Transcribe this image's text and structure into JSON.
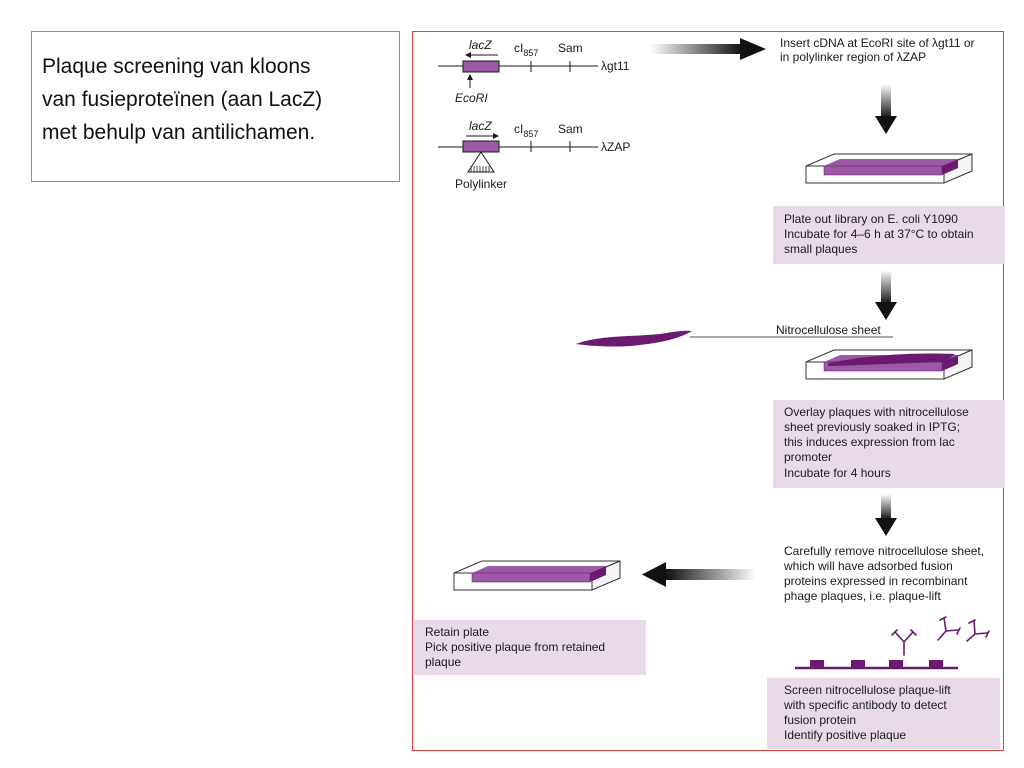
{
  "caption": {
    "lines": [
      "Plaque screening van kloons",
      "van fusieproteïnen (aan LacZ)",
      "met behulp van antilichamen."
    ]
  },
  "colors": {
    "frame": "#e04040",
    "caption_border": "#4aa3b8",
    "purple": "#6b1a70",
    "purple_light": "#9c5aa6",
    "step_box": "#e8dae8"
  },
  "vectors": {
    "gt11": {
      "gene": "lacZ",
      "repressor": "cI",
      "repressor_sub": "857",
      "marker": "Sam",
      "name": "λgt11",
      "site": "EcoRI"
    },
    "zap": {
      "gene": "lacZ",
      "repressor": "cI",
      "repressor_sub": "857",
      "marker": "Sam",
      "name": "λZAP",
      "site": "Polylinker"
    }
  },
  "steps": {
    "insert": [
      "Insert cDNA at EcoRI site of λgt11 or",
      "in polylinker region of λZAP"
    ],
    "plate_out": [
      "Plate out library on E. coli Y1090",
      "Incubate for 4–6 h at 37°C to obtain",
      "small plaques"
    ],
    "sheet_label": "Nitrocellulose sheet",
    "overlay": [
      "Overlay plaques with nitrocellulose",
      "sheet previously soaked in IPTG;",
      "this induces expression from lac",
      "promoter",
      "Incubate for 4 hours"
    ],
    "remove": [
      "Carefully remove nitrocellulose sheet,",
      "which will have adsorbed fusion",
      "proteins expressed in recombinant",
      "phage plaques, i.e. plaque-lift"
    ],
    "screen": [
      "Screen nitrocellulose plaque-lift",
      "with specific antibody to detect",
      "fusion protein",
      "Identify positive plaque"
    ],
    "retain": [
      "Retain plate",
      "Pick positive plaque from retained",
      "plaque"
    ]
  }
}
